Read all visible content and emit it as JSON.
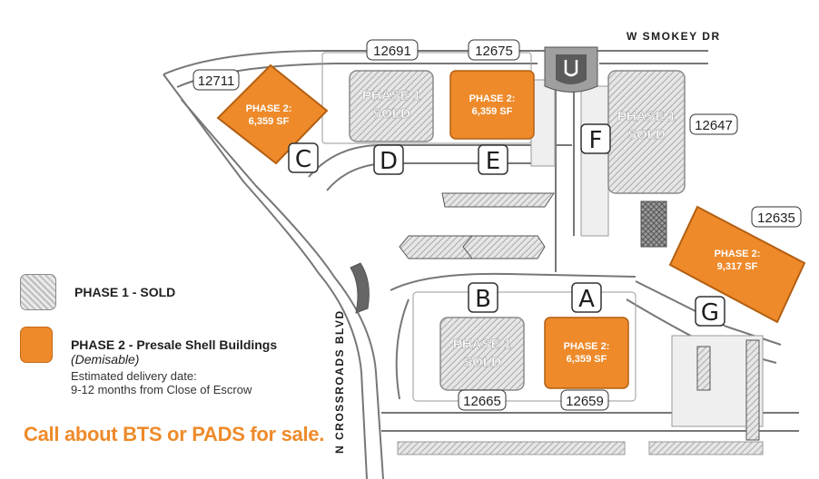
{
  "map": {
    "streets": {
      "north": "W SMOKEY DR",
      "west": "N CROSSROADS BLVD"
    },
    "colors": {
      "phase1": "#d6d6d6",
      "phase2": "#ee8a2a",
      "road": "#7a7a7a",
      "parking": "#ececec"
    },
    "buildings": [
      {
        "id": "12711",
        "address": "12711",
        "pad": "C",
        "phase": 2,
        "label_line1": "PHASE 2:",
        "label_line2": "6,359 SF"
      },
      {
        "id": "12691",
        "address": "12691",
        "pad": "D",
        "phase": 1,
        "label_line1": "PHASE 1",
        "label_line2": "SOLD"
      },
      {
        "id": "12675",
        "address": "12675",
        "pad": "E",
        "phase": 2,
        "label_line1": "PHASE 2:",
        "label_line2": "6,359 SF"
      },
      {
        "id": "12647",
        "address": "12647",
        "pad": "F",
        "phase": 1,
        "label_line1": "PHASE 1",
        "label_line2": "SOLD"
      },
      {
        "id": "12635",
        "address": "12635",
        "pad": "G",
        "phase": 2,
        "label_line1": "PHASE 2:",
        "label_line2": "9,317 SF"
      },
      {
        "id": "12665",
        "address": "12665",
        "pad": "B",
        "phase": 1,
        "label_line1": "PHASE 1",
        "label_line2": "SOLD"
      },
      {
        "id": "12659",
        "address": "12659",
        "pad": "A",
        "phase": 2,
        "label_line1": "PHASE 2:",
        "label_line2": "6,359 SF"
      }
    ]
  },
  "legend": {
    "phase1_label": "PHASE 1 - SOLD",
    "phase2_label": "PHASE 2 - Presale Shell Buildings",
    "phase2_note": "(Demisable)",
    "delivery_line1": "Estimated delivery date:",
    "delivery_line2": "9-12 months from Close of Escrow"
  },
  "cta": "Call about BTS or PADS for sale."
}
